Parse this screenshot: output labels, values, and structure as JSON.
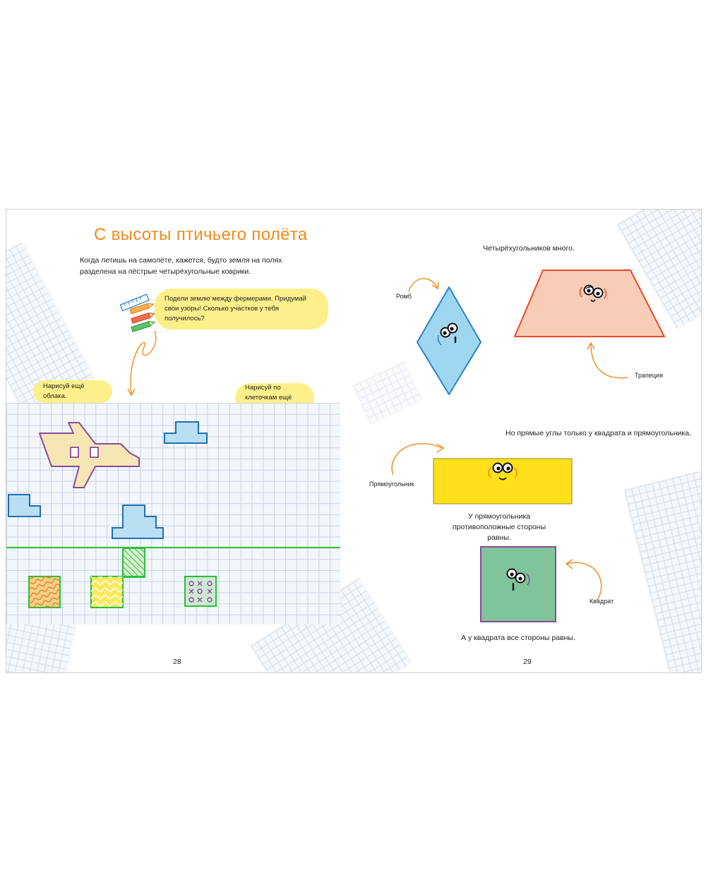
{
  "left_page": {
    "title": "С высоты птичьего полёта",
    "intro": "Когда летишь на самолёте, кажется, будто земля на полях разделена на пёстрые четырёхугольные коврики.",
    "bubble_task": "Подели землю между фермерами. Придумай свои узоры! Сколько участков у тебя получилось?",
    "bubble_clouds": "Нарисуй ещё облака.",
    "bubble_plane": "Нарисуй по клеточкам ещё один самолёт.",
    "page_number": "28"
  },
  "right_page": {
    "heading": "Четырёхугольников много.",
    "label_rhombus": "Ромб",
    "label_trapezoid": "Трапеция",
    "right_angles_note": "Но прямые углы только у квадрата и прямоугольника.",
    "label_rectangle": "Прямоугольник",
    "rectangle_note": "У прямоугольника противоположные стороны равны.",
    "label_square": "Квадрат",
    "square_note": "А у квадрата все стороны равны.",
    "page_number": "29"
  },
  "colors": {
    "title_orange": "#f08a1c",
    "bubble_yellow": "#fdf08a",
    "rhombus_fill": "#9fd6f0",
    "rhombus_stroke": "#2a84c6",
    "trapezoid_fill": "#f8cdb8",
    "trapezoid_stroke": "#e84a2a",
    "rectangle_fill": "#ffe01a",
    "square_fill": "#7fc49a",
    "square_stroke": "#8a4a9a",
    "plane_fill": "#f6e6b4",
    "plane_stroke": "#8a4aa0",
    "cloud_fill": "#b9dff2",
    "cloud_stroke": "#1d6fb3",
    "field_line": "#2bbf3a"
  },
  "icons": [
    "ruler-icon",
    "pencil-icon",
    "arrow-icon",
    "face-icon"
  ]
}
